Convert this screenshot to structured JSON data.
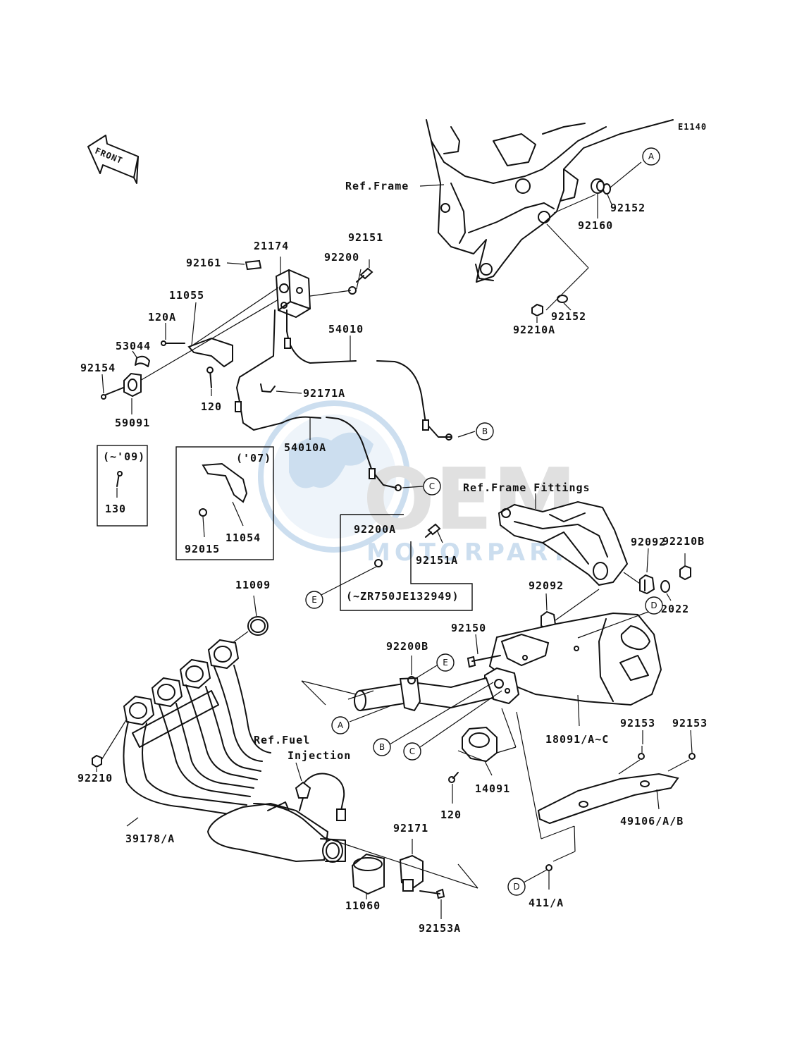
{
  "diagram_id": "E1140",
  "front_arrow": {
    "label": "FRONT"
  },
  "watermark": {
    "logo": "OEM",
    "text": "MOTORPARTS",
    "color": "#1e6fb8"
  },
  "references": {
    "frame": "Ref.Frame",
    "frame_fittings": "Ref.Frame Fittings",
    "fuel_injection_line1": "Ref.Fuel",
    "fuel_injection_line2": "Injection"
  },
  "boxes": {
    "box_09": {
      "title": "(~'09)",
      "parts": [
        "130"
      ]
    },
    "box_07": {
      "title": "('07)",
      "parts": [
        "11054",
        "92015"
      ]
    },
    "box_serial": {
      "note": "(~ZR750JE132949)",
      "parts": [
        "92200A",
        "92151A"
      ]
    }
  },
  "callout_letters": [
    "A",
    "B",
    "C",
    "D",
    "E"
  ],
  "parts": {
    "p21174": "21174",
    "p92161": "92161",
    "p92200": "92200",
    "p92151": "92151",
    "p11055": "11055",
    "p120A": "120A",
    "p53044": "53044",
    "p92154": "92154",
    "p59091": "59091",
    "p120_top": "120",
    "p54010": "54010",
    "p92171A": "92171A",
    "p54010A": "54010A",
    "p92152_a": "92152",
    "p92160": "92160",
    "p92152_b": "92152",
    "p92210A": "92210A",
    "p92210B": "92210B",
    "p92092_a": "92092",
    "p92022": "92022",
    "p92092_b": "92092",
    "p11009": "11009",
    "p92150": "92150",
    "p92200B": "92200B",
    "p92210": "92210",
    "p18091": "18091/A~C",
    "p92153_a": "92153",
    "p92153_b": "92153",
    "p14091": "14091",
    "p120_bot": "120",
    "p49106": "49106/A/B",
    "p39178": "39178/A",
    "p92171": "92171",
    "p11060": "11060",
    "p92153A": "92153A",
    "p411": "411/A"
  }
}
